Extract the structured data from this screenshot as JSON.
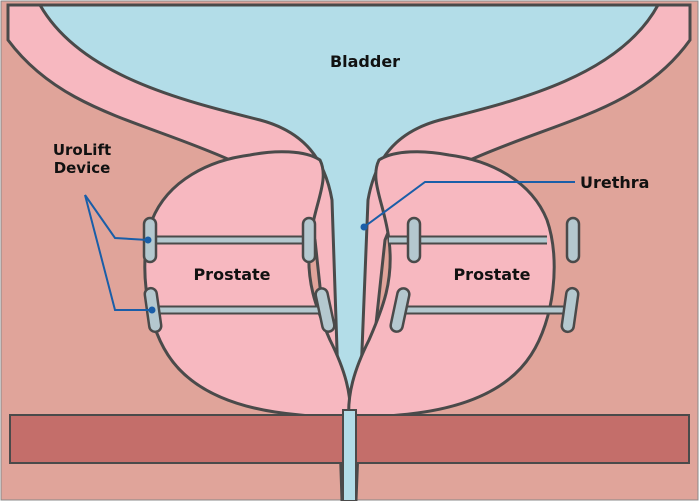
{
  "labels": {
    "bladder": "Bladder",
    "urethra": "Urethra",
    "prostate_left": "Prostate",
    "prostate_right": "Prostate",
    "device_line1": "UroLift",
    "device_line2": "Device"
  },
  "colors": {
    "tissue_outer": "#e0a49a",
    "tissue_pink": "#f7b8c0",
    "bladder_fluid": "#b3dde8",
    "muscle_band": "#c46e6a",
    "outline": "#4a4a4a",
    "implant": "#b4c8cf",
    "pointer": "#1a5ea8"
  }
}
